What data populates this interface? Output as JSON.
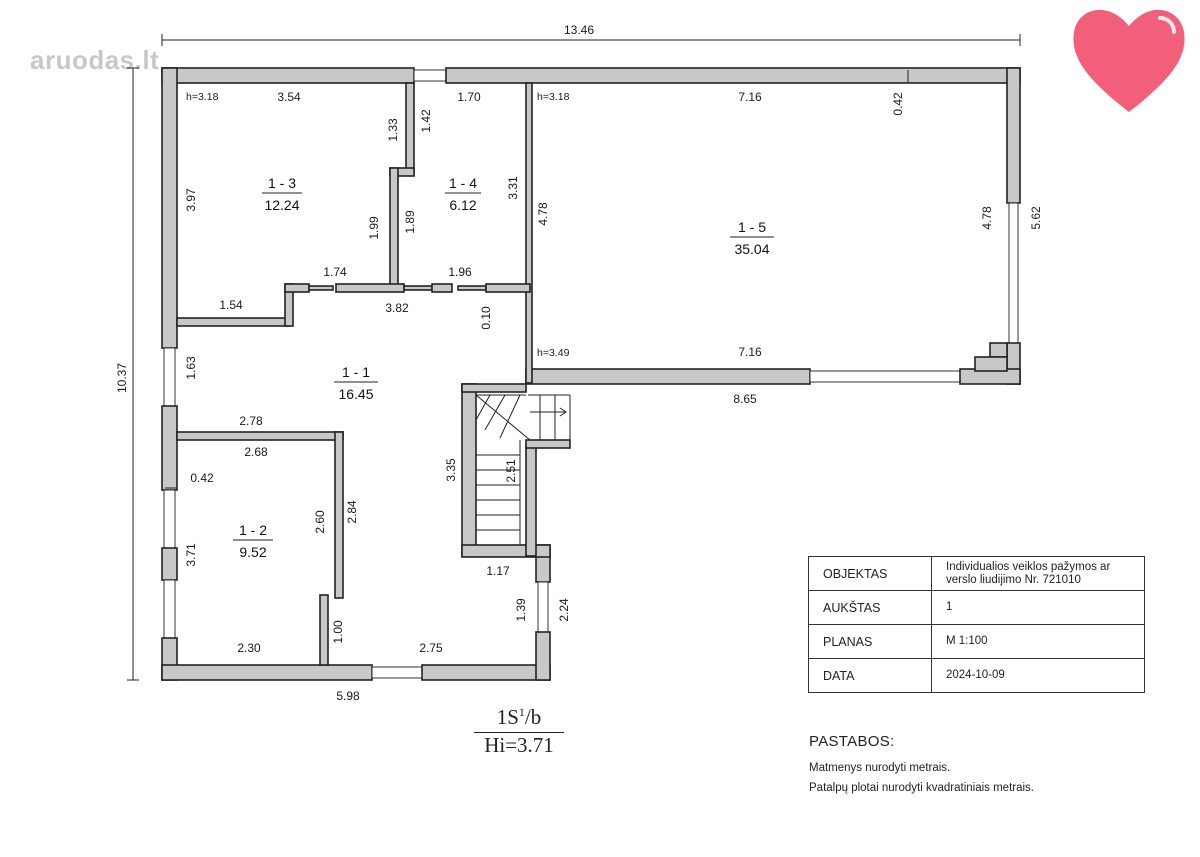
{
  "watermark": {
    "logo_text": "aruodas.lt",
    "heart_icon": "heart-icon"
  },
  "overall": {
    "width": "13.46",
    "height": "10.37"
  },
  "rooms": [
    {
      "id": "1 - 1",
      "area": "16.45"
    },
    {
      "id": "1 - 2",
      "area": "9.52"
    },
    {
      "id": "1 - 3",
      "area": "12.24"
    },
    {
      "id": "1 - 4",
      "area": "6.12"
    },
    {
      "id": "1 - 5",
      "area": "35.04"
    }
  ],
  "ceiling_heights": {
    "r13": "h=3.18",
    "r15_top": "h=3.18",
    "r15_bottom": "h=3.49"
  },
  "dims": {
    "d3_54": "3.54",
    "d1_33": "1.33",
    "d3_97": "3.97",
    "d1_99": "1.99",
    "d1_74": "1.74",
    "d1_54": "1.54",
    "d1_70": "1.70",
    "d1_42": "1.42",
    "d3_31": "3.31",
    "d1_89": "1.89",
    "d1_96": "1.96",
    "d7_16_top": "7.16",
    "d0_42_top": "0.42",
    "d4_78_left": "4.78",
    "d4_78_right": "4.78",
    "d5_62": "5.62",
    "d7_16_bottom": "7.16",
    "d8_65": "8.65",
    "d3_82": "3.82",
    "d0_10": "0.10",
    "d1_63": "1.63",
    "d2_78": "2.78",
    "d2_68": "2.68",
    "d0_42_left": "0.42",
    "d3_71": "3.71",
    "d2_60": "2.60",
    "d2_84": "2.84",
    "d2_30": "2.30",
    "d1_00": "1.00",
    "d2_75": "2.75",
    "d5_98": "5.98",
    "d3_35": "3.35",
    "d2_51": "2.51",
    "d1_17": "1.17",
    "d1_39": "1.39",
    "d2_24": "2.24"
  },
  "info_table": [
    {
      "key": "OBJEKTAS",
      "value": "Individualios veiklos pažymos ar verslo liudijimo Nr. 721010"
    },
    {
      "key": "AUKŠTAS",
      "value": "1"
    },
    {
      "key": "PLANAS",
      "value": "M 1:100"
    },
    {
      "key": "DATA",
      "value": "2024-10-09"
    }
  ],
  "sheet_label": {
    "code_main": "1S",
    "code_sup": "1",
    "code_suffix": "/b",
    "height": "Hi=3.71"
  },
  "notes": {
    "title": "PASTABOS:",
    "lines": [
      "Matmenys nurodyti metrais.",
      "Patalpų plotai nurodyti kvadratiniais metrais."
    ]
  }
}
